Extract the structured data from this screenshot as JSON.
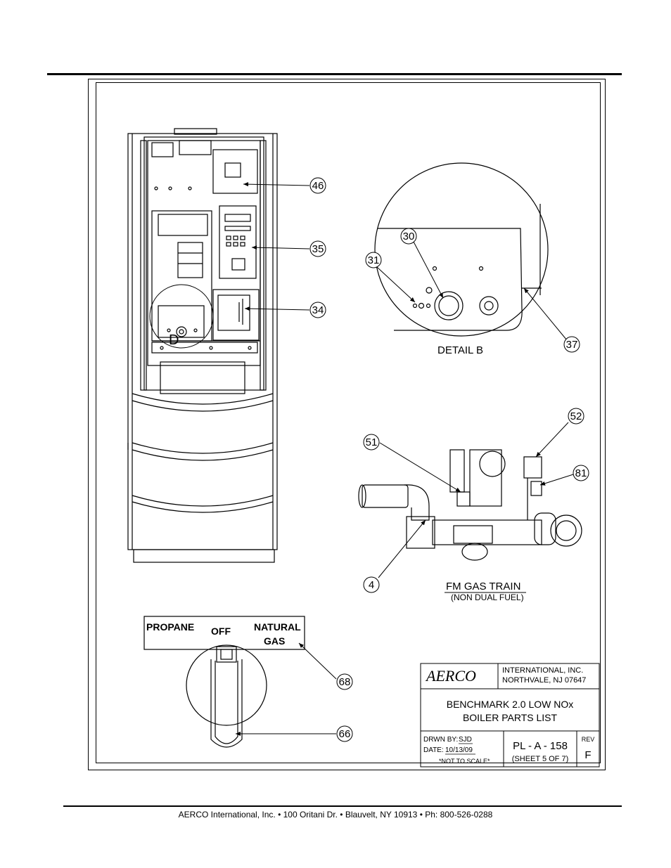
{
  "footer": {
    "text": "AERCO International, Inc. • 100 Oritani Dr. •  Blauvelt, NY 10913 • Ph: 800-526-0288"
  },
  "callouts": {
    "c46": "46",
    "c35": "35",
    "c34": "34",
    "c30": "30",
    "c31": "31",
    "c37": "37",
    "c51": "51",
    "c52": "52",
    "c81": "81",
    "c4": "4",
    "c68": "68",
    "c66": "66"
  },
  "labels": {
    "detail_letter": "D",
    "detail_b": "DETAIL B",
    "gas_train_title": "FM GAS TRAIN",
    "gas_train_subtitle": "(NON DUAL FUEL)",
    "switch_propane": "PROPANE",
    "switch_off": "OFF",
    "switch_natural": "NATURAL",
    "switch_gas": "GAS"
  },
  "title_block": {
    "logo": "AERCO",
    "company_line1": "INTERNATIONAL, INC.",
    "company_line2": "NORTHVALE, NJ 07647",
    "title_line1": "BENCHMARK 2.0 LOW NOx",
    "title_line2": "BOILER PARTS LIST",
    "drwn_label": "DRWN BY:",
    "drwn_value": "SJD",
    "date_label": "DATE:",
    "date_value": "10/13/09",
    "scale_note": "*NOT TO SCALE*",
    "drawing_no": "PL - A - 158",
    "sheet": "(SHEET 5 OF 7)",
    "rev_label": "REV",
    "rev_value": "F"
  }
}
